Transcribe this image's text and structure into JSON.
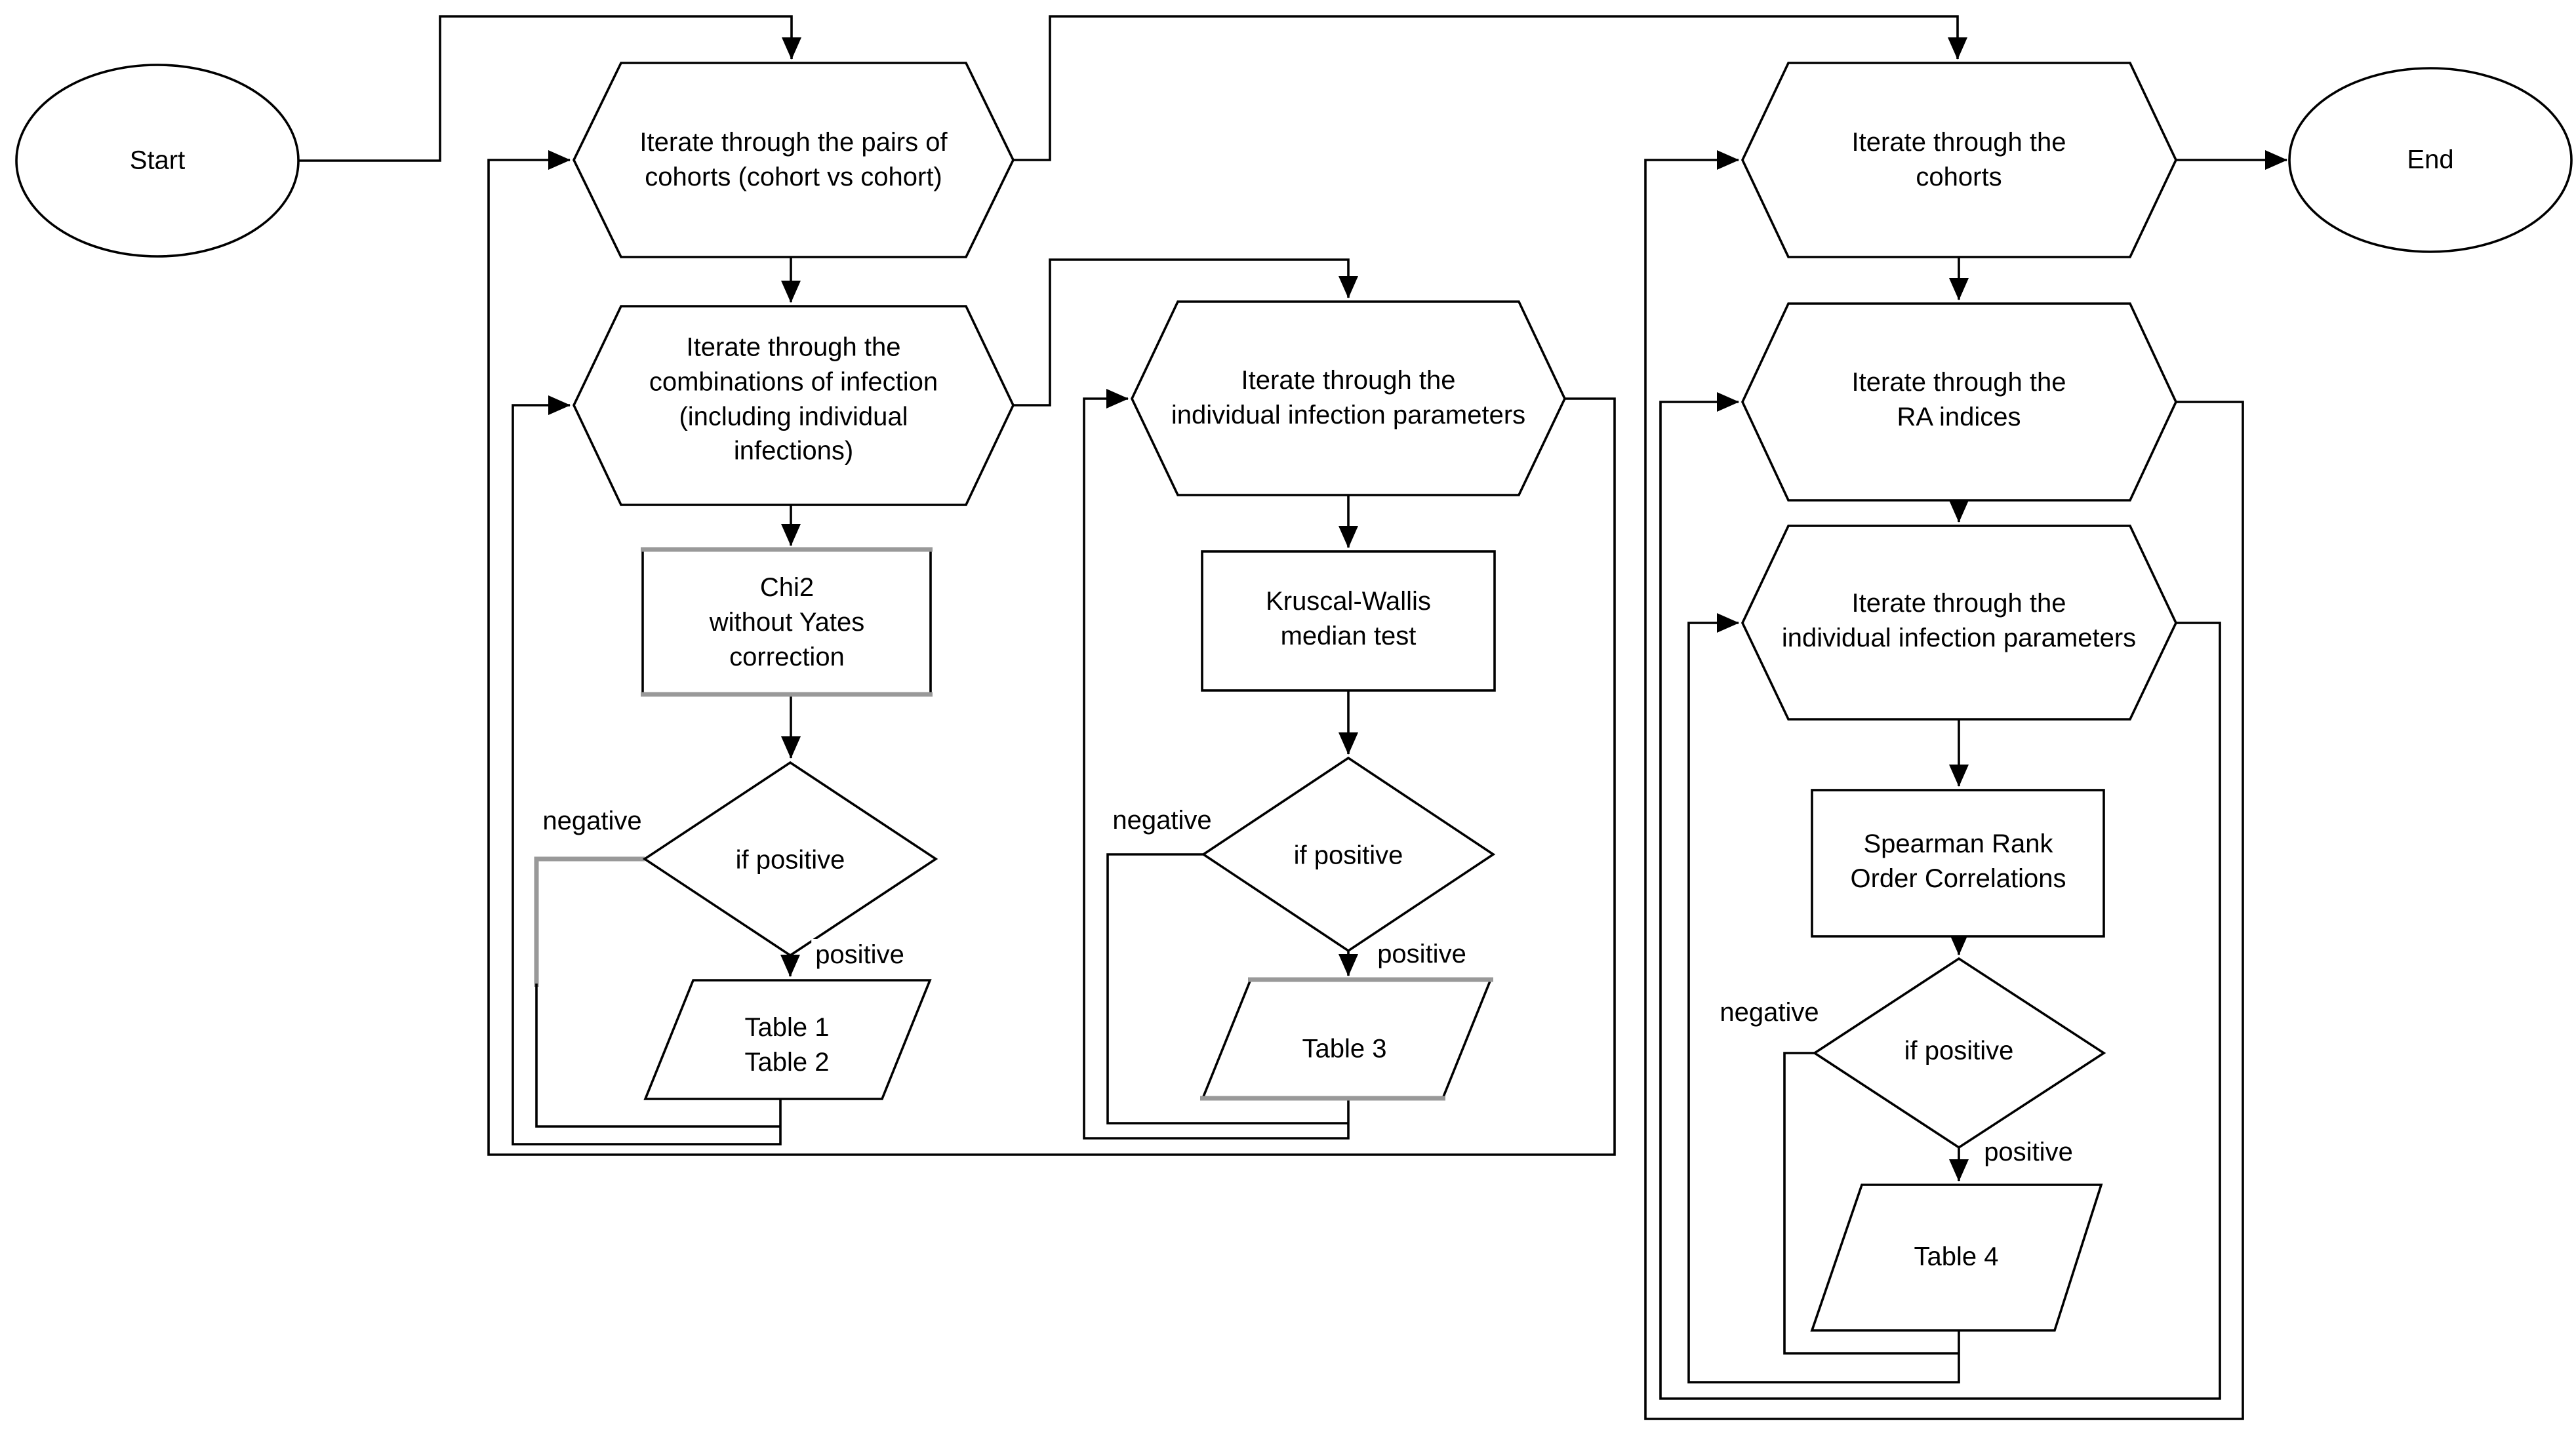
{
  "colors": {
    "line": "#000000",
    "highlight": "#999999",
    "fill": "#ffffff",
    "text": "#000000"
  },
  "nodes": {
    "start": "Start",
    "end": "End",
    "loop_pairs": "Iterate through the pairs of\ncohorts (cohort vs cohort)",
    "loop_combinations": "Iterate through the\ncombinations of infection\n(including individual\ninfections)",
    "chi2": "Chi2\nwithout Yates\ncorrection",
    "decision_chi2": "if positive",
    "tables12": "Table 1\nTable 2",
    "loop_params_mid": "Iterate through the\nindividual infection parameters",
    "kruscal": "Kruscal-Wallis\nmedian test",
    "decision_kruscal": "if positive",
    "table3": "Table 3",
    "loop_cohorts": "Iterate through the\ncohorts",
    "loop_ra": "Iterate through the\nRA indices",
    "loop_params_right": "Iterate through the\nindividual infection parameters",
    "spearman": "Spearman Rank\nOrder Correlations",
    "decision_spearman": "if positive",
    "table4": "Table 4"
  },
  "edge_labels": {
    "chi2_negative": "negative",
    "chi2_positive": "positive",
    "kruscal_negative": "negative",
    "kruscal_positive": "positive",
    "spearman_negative": "negative",
    "spearman_positive": "positive"
  }
}
